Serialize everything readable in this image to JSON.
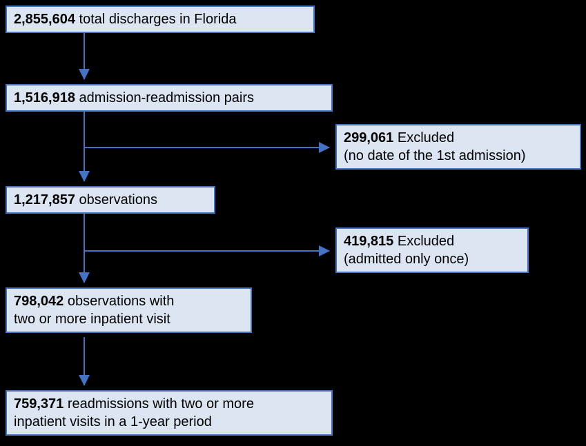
{
  "colors": {
    "background": "#000000",
    "box_fill": "#dce6f2",
    "box_border": "#4472c4",
    "arrow": "#4472c4",
    "text": "#000000"
  },
  "nodes": {
    "total": {
      "number": "2,855,604",
      "text": "total discharges in Florida",
      "note": ""
    },
    "pairs": {
      "number": "1,516,918",
      "text": "admission-readmission pairs",
      "note": ""
    },
    "excluded_no_date": {
      "number": "299,061",
      "text": "Excluded",
      "note": "(no date of the 1st admission)"
    },
    "observations": {
      "number": "1,217,857",
      "text": "observations",
      "note": ""
    },
    "excluded_once": {
      "number": "419,815",
      "text": "Excluded",
      "note": "(admitted only once)"
    },
    "two_or_more": {
      "number": "798,042",
      "text": " observations with",
      "note": "two or more inpatient visit"
    },
    "readmissions": {
      "number": "759,371",
      "text": "readmissions with two or more",
      "note": "inpatient visits in a 1-year period"
    }
  }
}
